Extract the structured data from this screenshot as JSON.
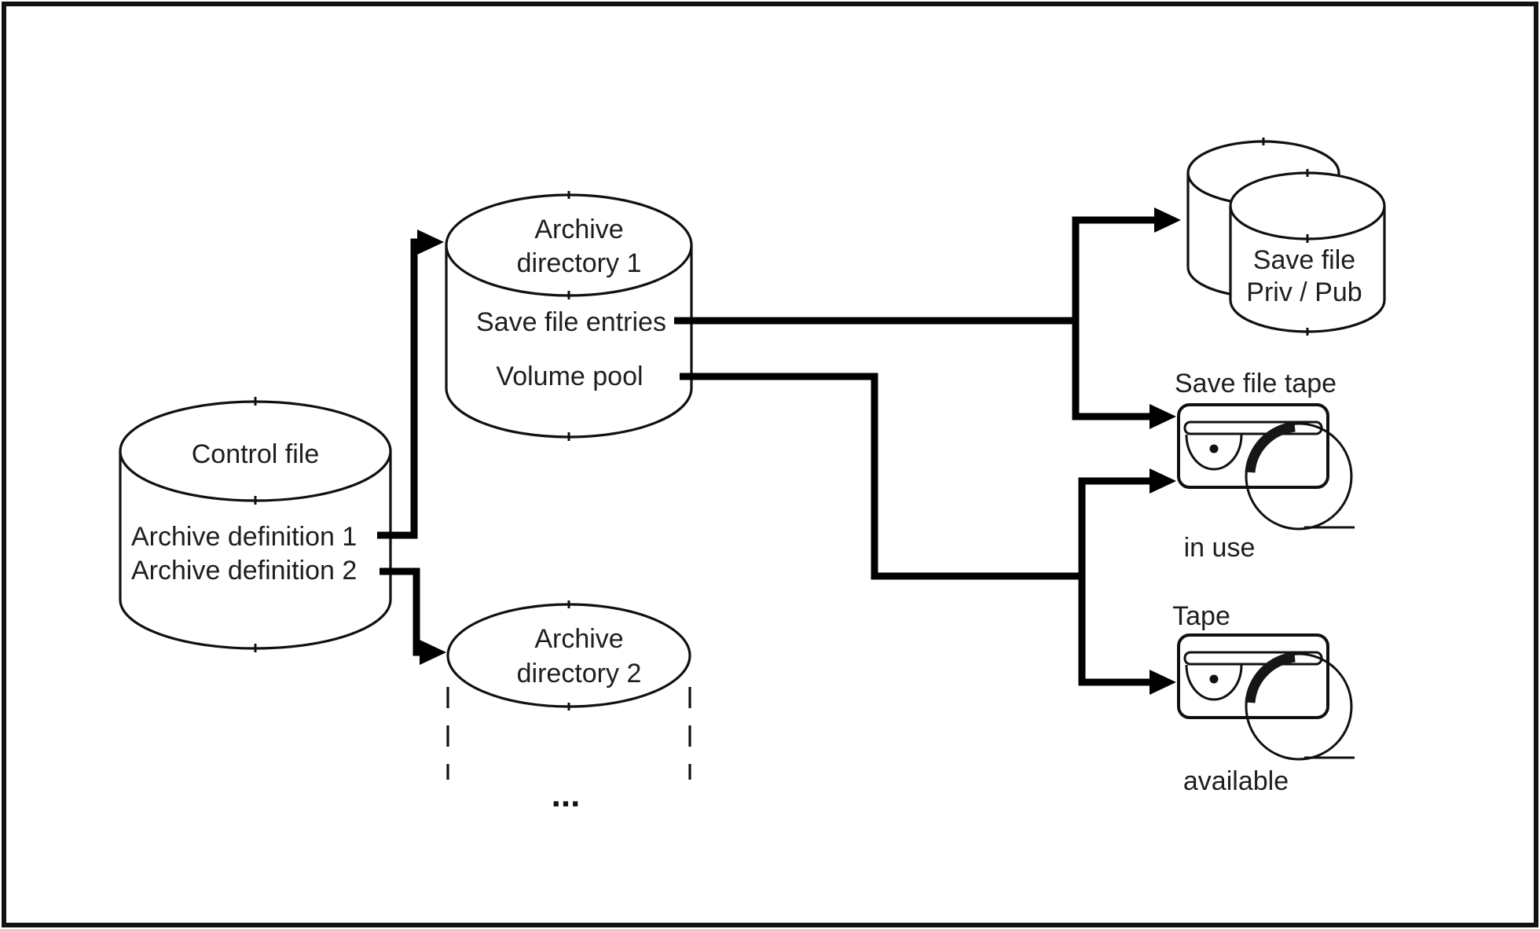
{
  "diagram": {
    "control_file": {
      "title": "Control file",
      "entries": [
        "Archive definition 1",
        "Archive definition 2"
      ]
    },
    "archive_directory_1": {
      "title_line1": "Archive",
      "title_line2": "directory 1",
      "rows": [
        "Save file entries",
        "Volume pool"
      ]
    },
    "archive_directory_2": {
      "title_line1": "Archive",
      "title_line2": "directory 2",
      "more_indicator": "..."
    },
    "save_file_storage": {
      "label_line1": "Save file",
      "label_line2": "Priv / Pub"
    },
    "save_file_tape": {
      "title": "Save file tape",
      "status": "in use"
    },
    "tape": {
      "title": "Tape",
      "status": "available"
    },
    "colors": {
      "background": "#ffffff",
      "line": "#000000",
      "text": "#1e1e20",
      "border": "#111111"
    }
  }
}
